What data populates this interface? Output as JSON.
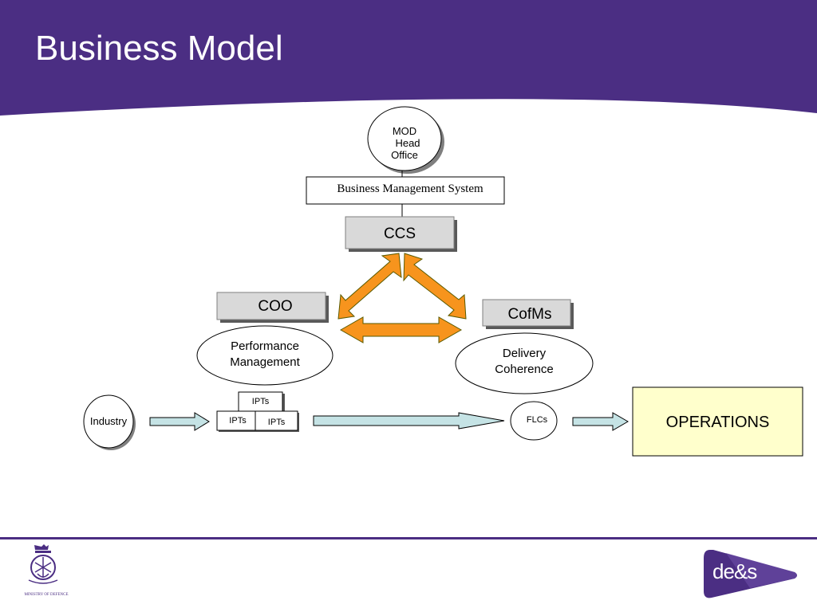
{
  "slide": {
    "title": "Business Model",
    "colors": {
      "header": "#4b2e83",
      "arrow_orange": "#f7941d",
      "box_grey": "#d9d9d9",
      "arrow_teal": "#c5e3e5",
      "operations_bg": "#ffffcc"
    }
  },
  "diagram": {
    "mod_head_office": [
      "MOD",
      "Head",
      "Office"
    ],
    "business_management_system": "Business Management System",
    "ccs": "CCS",
    "coo": "COO",
    "cofms": "CofMs",
    "performance_management": [
      "Performance",
      "Management"
    ],
    "delivery_coherence": [
      "Delivery",
      "Coherence"
    ],
    "industry": "Industry",
    "ipts": [
      "IPTs",
      "IPTs",
      "IPTs"
    ],
    "flcs": "FLCs",
    "operations": "OPERATIONS"
  },
  "footer": {
    "mod_caption": "MINISTRY OF DEFENCE",
    "des_logo_text": "de&s"
  }
}
